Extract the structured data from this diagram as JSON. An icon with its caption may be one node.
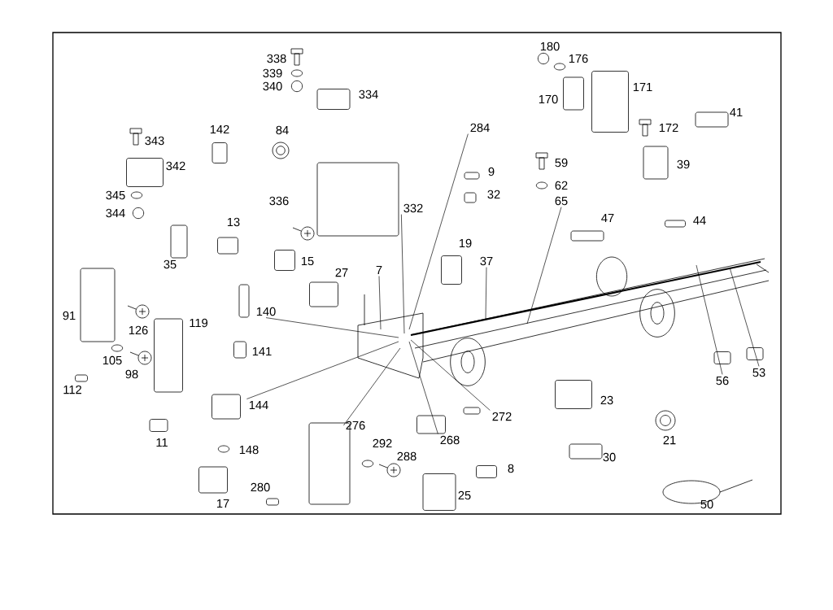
{
  "diagram": {
    "nodes": [
      {
        "text": [
          "284"
        ]
      },
      {
        "text": [
          "332"
        ]
      },
      {
        "text": [
          "65"
        ]
      },
      {
        "text": [
          "37"
        ]
      },
      {
        "text": [
          "7"
        ]
      },
      {
        "text": [
          "140"
        ]
      },
      {
        "text": [
          "56"
        ]
      },
      {
        "text": [
          "53"
        ]
      },
      {
        "text": [
          "144"
        ]
      },
      {
        "text": [
          "272"
        ]
      },
      {
        "text": [
          "276"
        ]
      },
      {
        "text": [
          "268"
        ]
      }
    ],
    "edges": [
      {
        "from": 0,
        "to": null,
        "arrow": "none"
      },
      {
        "from": 1,
        "to": null,
        "arrow": "none"
      },
      {
        "from": 2,
        "to": null,
        "arrow": "none"
      },
      {
        "from": 3,
        "to": null,
        "arrow": "none"
      },
      {
        "from": 4,
        "to": null,
        "arrow": "none"
      },
      {
        "from": 5,
        "to": null,
        "arrow": "none"
      },
      {
        "from": 6,
        "to": null,
        "arrow": "none"
      },
      {
        "from": 7,
        "to": null,
        "arrow": "none"
      },
      {
        "from": 8,
        "to": null,
        "arrow": "none"
      },
      {
        "from": 9,
        "to": null,
        "arrow": "none"
      },
      {
        "from": 10,
        "to": null,
        "arrow": "none"
      },
      {
        "from": 11,
        "to": null,
        "arrow": "none"
      }
    ],
    "labels": [
      "180",
      "176",
      "338",
      "339",
      "340",
      "171",
      "334",
      "170",
      "41",
      "142",
      "84",
      "172",
      "343",
      "59",
      "342",
      "39",
      "9",
      "62",
      "32",
      "345",
      "336",
      "344",
      "13",
      "47",
      "44",
      "19",
      "15",
      "35",
      "27",
      "91",
      "119",
      "126",
      "141",
      "105",
      "98",
      "112",
      "23",
      "11",
      "21",
      "292",
      "148",
      "288",
      "30",
      "8",
      "280",
      "25",
      "17",
      "50"
    ]
  }
}
